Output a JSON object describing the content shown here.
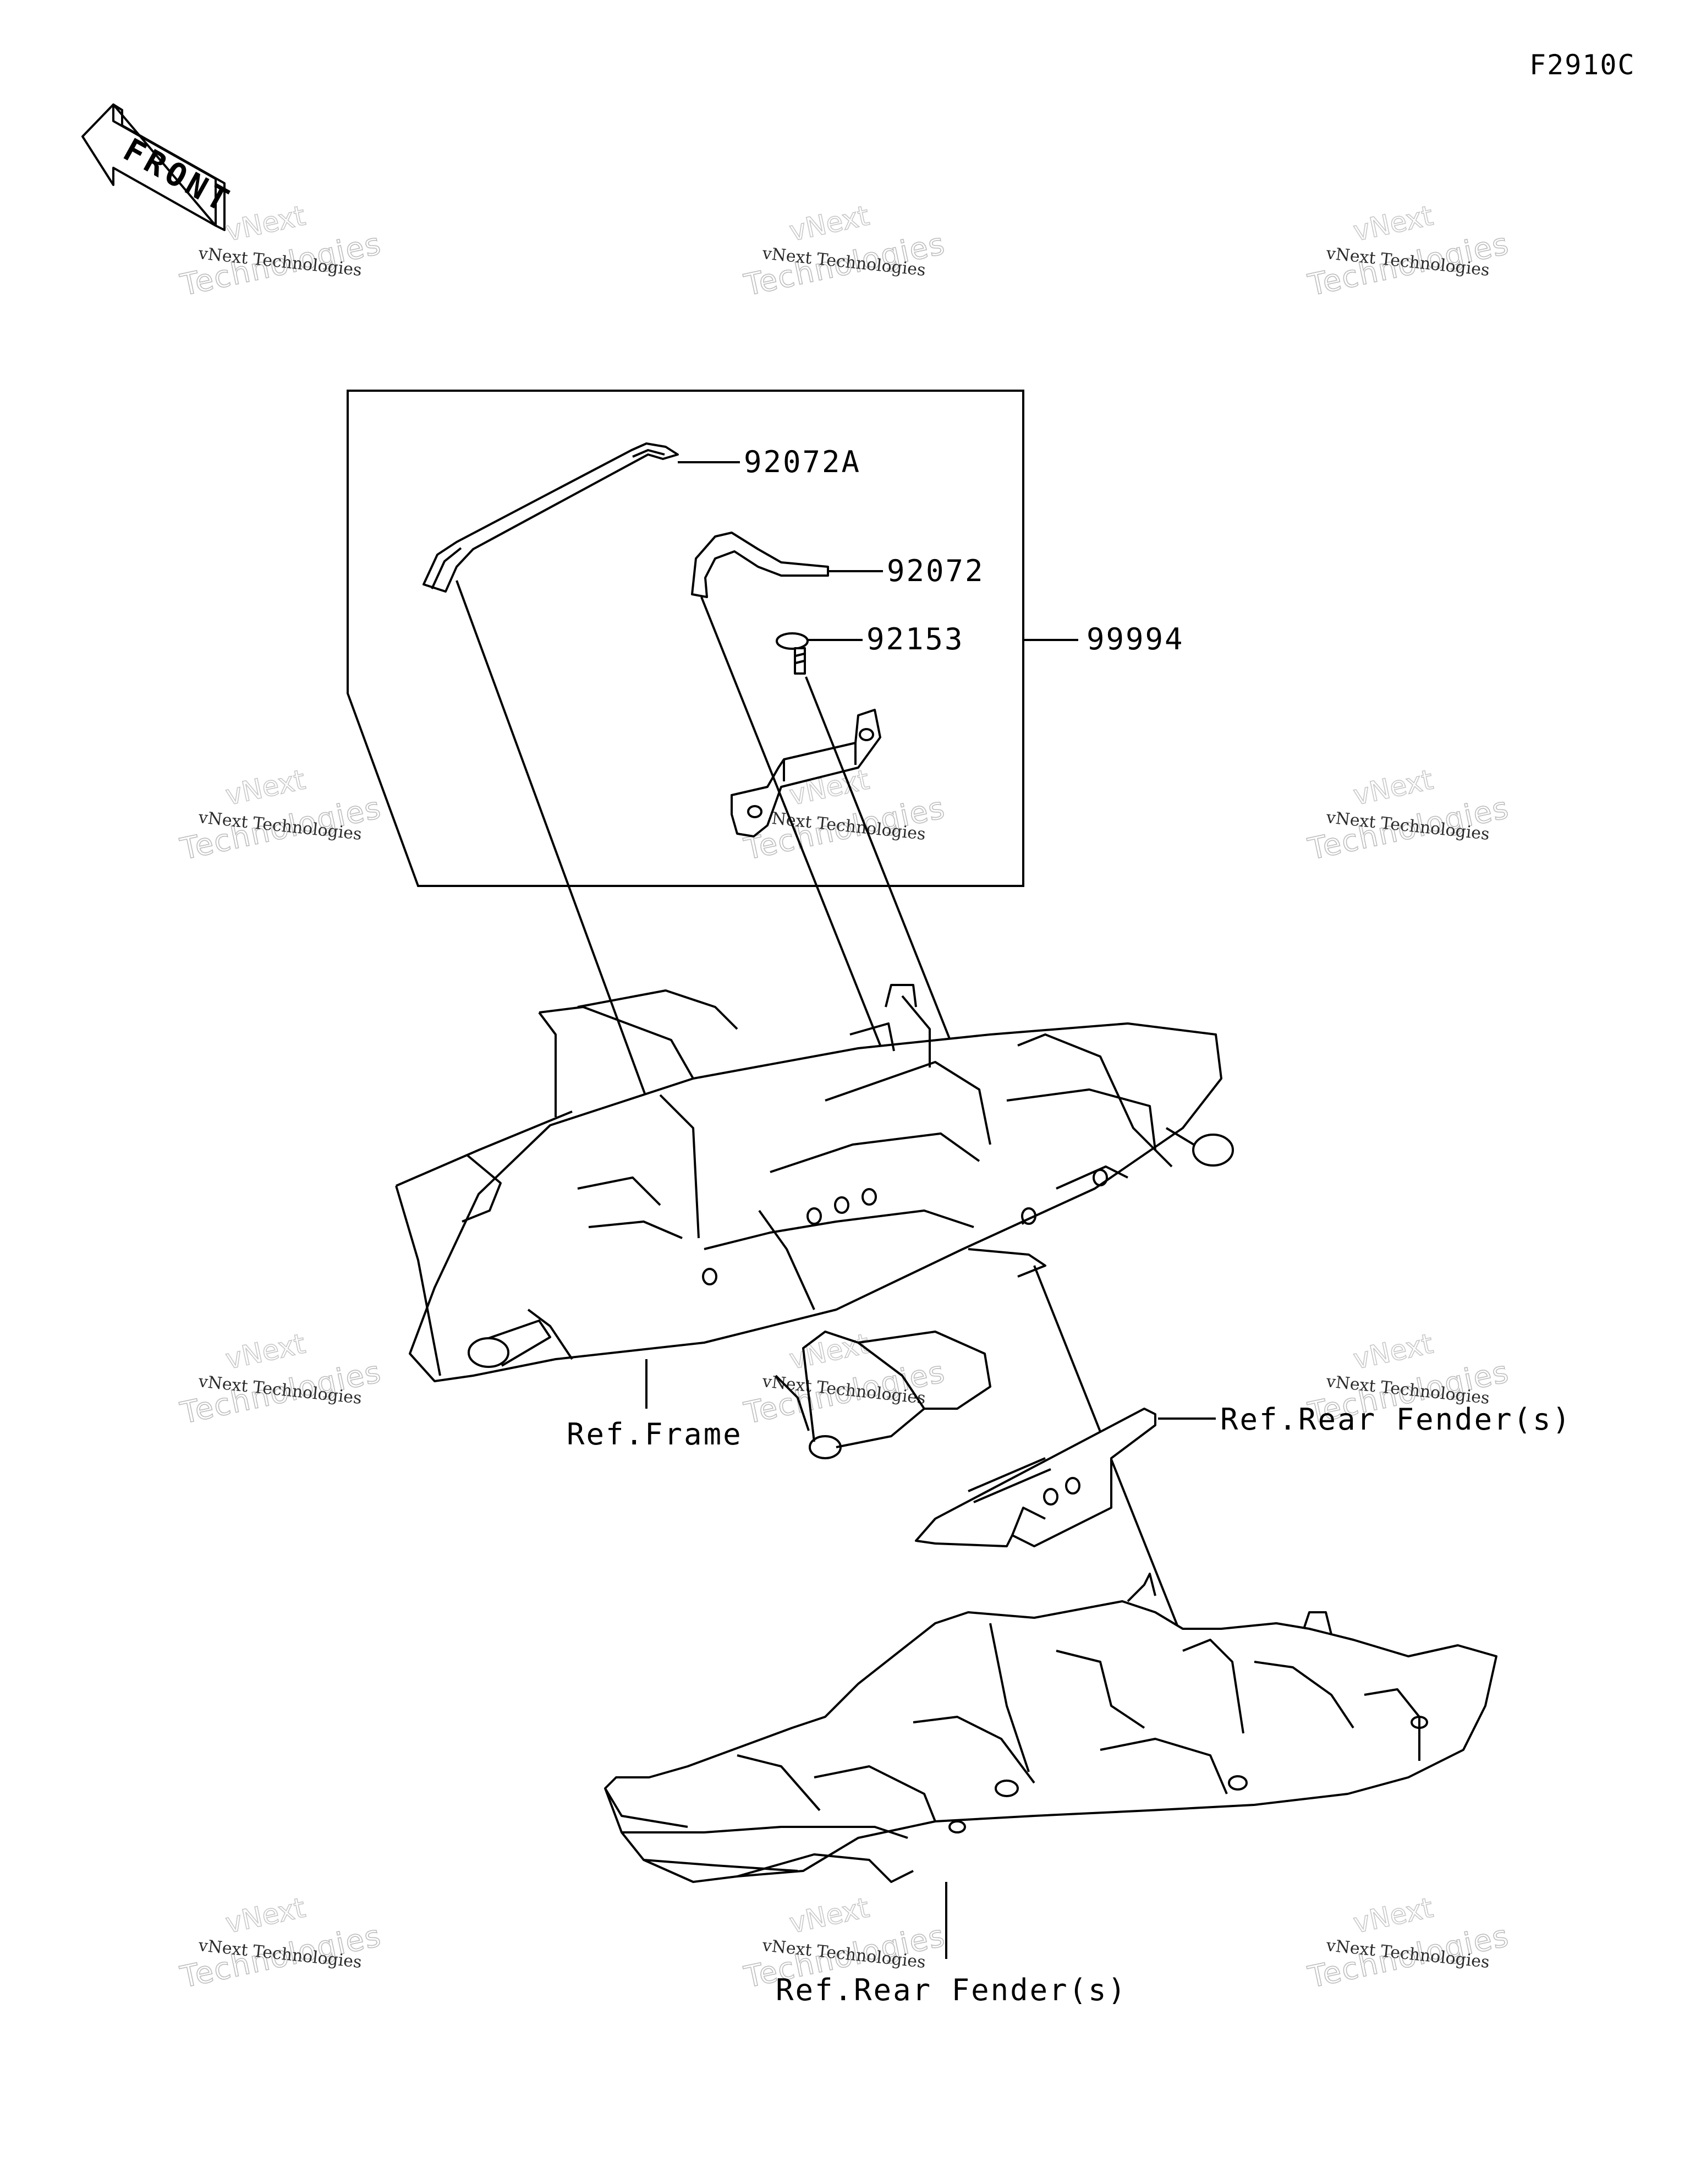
{
  "diagram_code": "F2910C",
  "front_arrow_label": "FRONT",
  "callouts": {
    "p92072a": "92072A",
    "p92072": "92072",
    "p92153": "92153",
    "p99994": "99994",
    "ref_frame": "Ref.Frame",
    "ref_rear_fender_1": "Ref.Rear Fender(s)",
    "ref_rear_fender_2": "Ref.Rear Fender(s)"
  },
  "watermark": {
    "line1": "vNext Technologies",
    "line2": "Technologies",
    "line3": "vNext"
  }
}
